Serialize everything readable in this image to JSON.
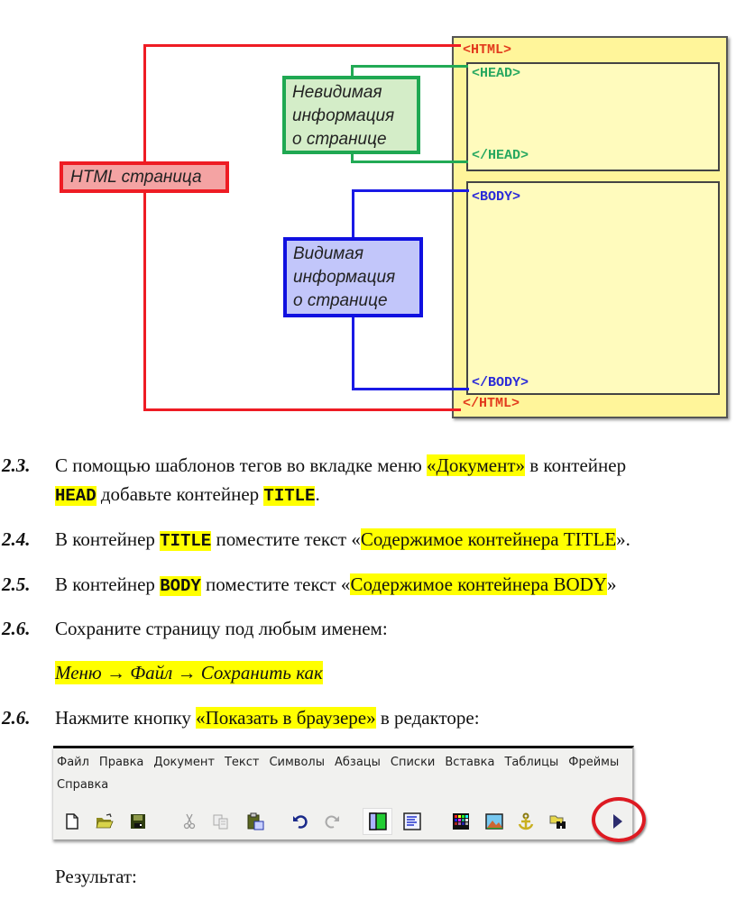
{
  "diagram": {
    "labels": {
      "html_page": "HTML страница",
      "invisible": [
        "Невидимая",
        "информация",
        "о странице"
      ],
      "visible": [
        "Видимая",
        "информация",
        "о странице"
      ]
    },
    "tags": {
      "html_open": "<HTML>",
      "head_open": "<HEAD>",
      "head_close": "</HEAD>",
      "body_open": "<BODY>",
      "body_close": "</BODY>",
      "html_close": "</HTML>"
    },
    "colors": {
      "html": "#ee1c24",
      "head": "#22aa55",
      "body": "#1a1ae6",
      "page_fill": "#fff59a"
    }
  },
  "steps": [
    {
      "number": "2.3.",
      "line1": {
        "a": "С помощью шаблонов тегов во вкладке меню ",
        "hl": "«Документ»",
        "b": " в контейнер"
      },
      "line2": {
        "code1": "HEAD",
        "a": " добавьте контейнер ",
        "code2": "TITLE",
        "b": "."
      }
    },
    {
      "number": "2.4.",
      "a": "В контейнер ",
      "code": "TITLE",
      "b": " поместите текст «",
      "hl": "Содержимое контейнера TITLE",
      "c": "»."
    },
    {
      "number": "2.5.",
      "a": "В контейнер ",
      "code": "BODY",
      "b": " поместите текст «",
      "hl": "Содержимое контейнера BODY",
      "c": "»"
    },
    {
      "number": "2.6.",
      "text": "Сохраните страницу под любым именем:",
      "path": "Меню → Файл → Сохранить как"
    },
    {
      "number": "2.6.",
      "a": "Нажмите кнопку ",
      "hl": "«Показать в браузере»",
      "b": " в редакторе:"
    }
  ],
  "editor": {
    "menu": [
      "Файл",
      "Правка",
      "Документ",
      "Текст",
      "Символы",
      "Абзацы",
      "Списки",
      "Вставка",
      "Таблицы",
      "Фреймы"
    ],
    "menu_row2": "Справка",
    "toolbar_icons": [
      "new-file-icon",
      "open-folder-icon",
      "save-icon",
      "cut-icon",
      "copy-icon",
      "paste-icon",
      "undo-icon",
      "redo-icon",
      "split-view-icon",
      "text-view-icon",
      "color-palette-icon",
      "image-icon",
      "anchor-icon",
      "find-icon",
      "show-in-browser-icon"
    ],
    "highlight_color": "#dd1a22"
  },
  "result_label": "Результат:"
}
